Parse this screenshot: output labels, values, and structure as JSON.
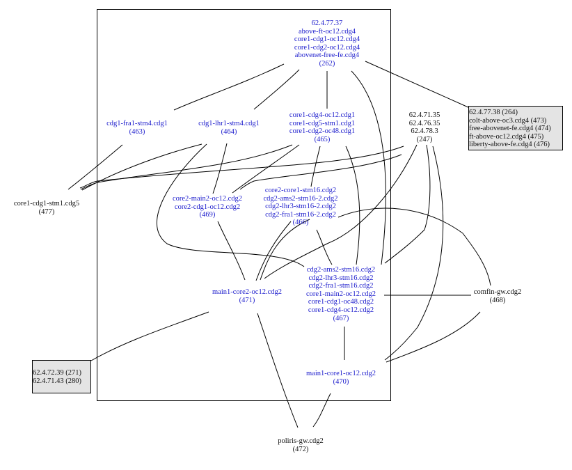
{
  "graph": {
    "colors": {
      "internal_node": "#1a1acc",
      "external_node": "#111111",
      "group_box_fill": "#e4e4e4",
      "edge": "#000000"
    },
    "nodes": {
      "n262": {
        "lines": [
          "62.4.77.37",
          "above-ft-oc12.cdg4",
          "core1-cdg1-oc12.cdg4",
          "core1-cdg2-oc12.cdg4",
          "abovenet-free-fe.cdg4"
        ],
        "id": "(262)"
      },
      "n463": {
        "lines": [
          "cdg1-fra1-stm4.cdg1"
        ],
        "id": "(463)"
      },
      "n464": {
        "lines": [
          "cdg1-lhr1-stm4.cdg1"
        ],
        "id": "(464)"
      },
      "n465": {
        "lines": [
          "core1-cdg4-oc12.cdg1",
          "core1-cdg5-stm1.cdg1",
          "core1-cdg2-oc48.cdg1"
        ],
        "id": "(465)"
      },
      "n247": {
        "lines": [
          "62.4.71.35",
          "62.4.76.35",
          "62.4.78.3"
        ],
        "id": "(247)"
      },
      "n477": {
        "lines": [
          "core1-cdg1-stm1.cdg5"
        ],
        "id": "(477)"
      },
      "n469": {
        "lines": [
          "core2-main2-oc12.cdg2",
          "core2-cdg1-oc12.cdg2"
        ],
        "id": "(469)"
      },
      "n466": {
        "lines": [
          "core2-core1-stm16.cdg2",
          "cdg2-ams2-stm16-2.cdg2",
          "cdg2-lhr3-stm16-2.cdg2",
          "cdg2-fra1-stm16-2.cdg2"
        ],
        "id": "(466)"
      },
      "n471": {
        "lines": [
          "main1-core2-oc12.cdg2"
        ],
        "id": "(471)"
      },
      "n467": {
        "lines": [
          "cdg2-ams2-stm16.cdg2",
          "cdg2-lhr3-stm16.cdg2",
          "cdg2-fra1-stm16.cdg2",
          "core1-main2-oc12.cdg2",
          "core1-cdg1-oc48.cdg2",
          "core1-cdg4-oc12.cdg2"
        ],
        "id": "(467)"
      },
      "n468": {
        "lines": [
          "comfin-gw.cdg2"
        ],
        "id": "(468)"
      },
      "n470": {
        "lines": [
          "main1-core1-oc12.cdg2"
        ],
        "id": "(470)"
      },
      "n472": {
        "lines": [
          "poliris-gw.cdg2"
        ],
        "id": "(472)"
      }
    },
    "groups": {
      "right_group": [
        "62.4.77.38 (264)",
        "colt-above-oc3.cdg4 (473)",
        "free-abovenet-fe.cdg4 (474)",
        "ft-above-oc12.cdg4 (475)",
        "liberty-above-fe.cdg4 (476)"
      ],
      "left_group": [
        "62.4.72.39 (271)",
        "62.4.71.43 (280)"
      ]
    },
    "edges": [
      [
        "n262",
        "n463"
      ],
      [
        "n262",
        "n464"
      ],
      [
        "n262",
        "n465"
      ],
      [
        "n262",
        "n467"
      ],
      [
        "n262",
        "right_group"
      ],
      [
        "n463",
        "n477"
      ],
      [
        "n464",
        "n477"
      ],
      [
        "n465",
        "n477"
      ],
      [
        "n247",
        "n477"
      ],
      [
        "n464",
        "n469"
      ],
      [
        "n465",
        "n469"
      ],
      [
        "n247",
        "n469"
      ],
      [
        "n465",
        "n466"
      ],
      [
        "n465",
        "n467"
      ],
      [
        "n464",
        "n467"
      ],
      [
        "n466",
        "n471"
      ],
      [
        "n466",
        "n467"
      ],
      [
        "n466",
        "n468"
      ],
      [
        "n469",
        "n471"
      ],
      [
        "n247",
        "n471"
      ],
      [
        "n247",
        "n467"
      ],
      [
        "n247",
        "n470"
      ],
      [
        "n467",
        "n468"
      ],
      [
        "n467",
        "n470"
      ],
      [
        "n468",
        "n470"
      ],
      [
        "n471",
        "left_group"
      ],
      [
        "n471",
        "n472"
      ],
      [
        "n470",
        "n472"
      ]
    ]
  }
}
